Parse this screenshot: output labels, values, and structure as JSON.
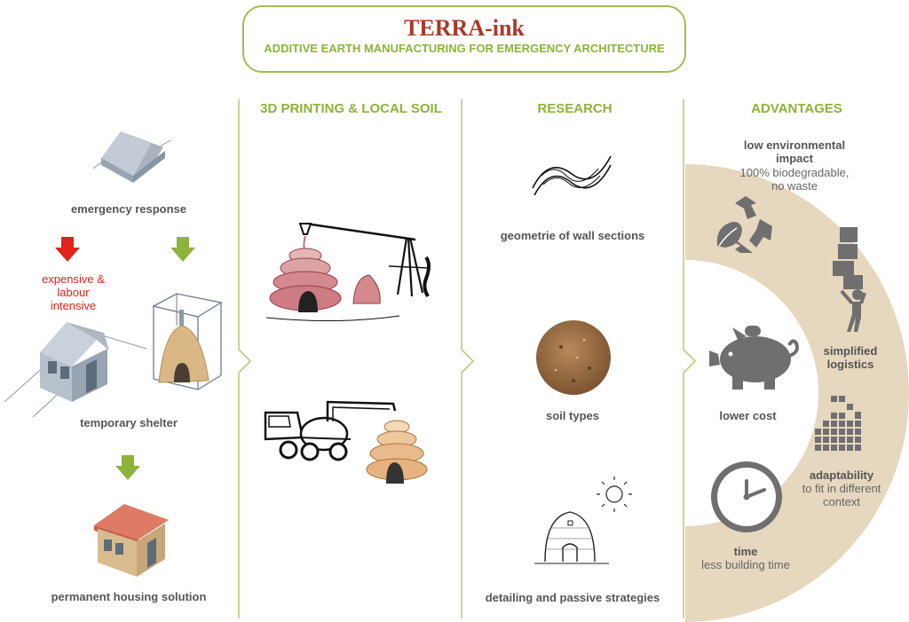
{
  "header": {
    "title": "TERRA-ink",
    "subtitle": "ADDITIVE EARTH MANUFACTURING FOR EMERGENCY ARCHITECTURE"
  },
  "columns": {
    "printing": "3D PRINTING & LOCAL SOIL",
    "research": "RESEARCH",
    "advantages": "ADVANTAGES"
  },
  "left": {
    "emergency_response": "emergency response",
    "expensive": [
      "expensive &",
      "labour",
      "intensive"
    ],
    "temporary_shelter": "temporary shelter",
    "permanent_housing": "permanent housing solution"
  },
  "research": {
    "wall_sections": "geometrie of wall sections",
    "soil_types": "soil types",
    "detailing": "detailing and passive strategies"
  },
  "advantages": {
    "env_title": [
      "low environmental",
      "impact"
    ],
    "env_desc": [
      "100% biodegradable,",
      "no waste"
    ],
    "logistics": [
      "simplified",
      "logistics"
    ],
    "lower_cost": "lower cost",
    "adaptability_title": "adaptability",
    "adaptability_desc": [
      "to fit in different",
      "context"
    ],
    "time_title": "time",
    "time_desc": "less building time"
  },
  "colors": {
    "green": "#8db33a",
    "title_red": "#a83a27",
    "arrow_red": "#e0241b",
    "ring_beige": "#e6d7bf",
    "icon_grey": "#6f6f6f"
  }
}
